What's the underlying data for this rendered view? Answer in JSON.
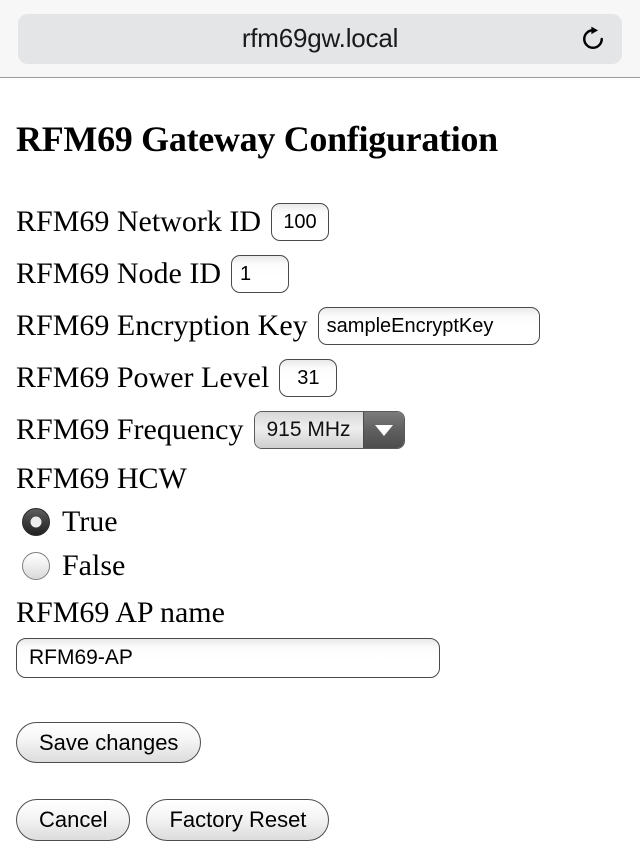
{
  "browser": {
    "url": "rfm69gw.local",
    "reload_icon": "reload-icon"
  },
  "page": {
    "title": "RFM69 Gateway Configuration",
    "fields": [
      {
        "label": "RFM69 Network ID",
        "value": "100"
      },
      {
        "label": "RFM69 Node ID",
        "value": "1"
      },
      {
        "label": "RFM69 Encryption Key",
        "value": "sampleEncryptKey"
      },
      {
        "label": "RFM69 Power Level",
        "value": "31"
      }
    ],
    "frequency": {
      "label": "RFM69 Frequency",
      "selected": "915 MHz",
      "options": [
        "915 MHz"
      ]
    },
    "hcw": {
      "label": "RFM69 HCW",
      "options": [
        {
          "label": "True",
          "selected": true
        },
        {
          "label": "False",
          "selected": false
        }
      ]
    },
    "ap": {
      "label": "RFM69 AP name",
      "value": "RFM69-AP"
    },
    "buttons": {
      "save": "Save changes",
      "cancel": "Cancel",
      "factory_reset": "Factory Reset"
    }
  }
}
